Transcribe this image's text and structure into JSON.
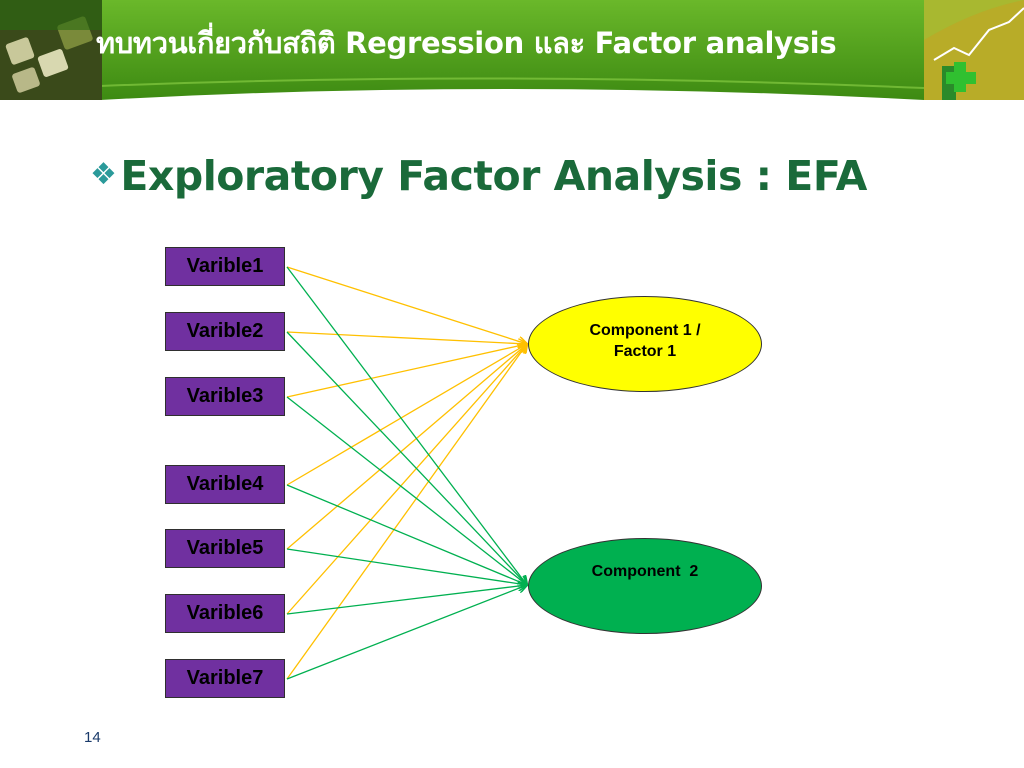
{
  "slide": {
    "title": "ทบทวนเกี่ยวกับสถิติ Regression และ Factor analysis",
    "heading": "Exploratory Factor Analysis : EFA",
    "bullet_glyph": "❖",
    "page_number": "14"
  },
  "diagram": {
    "variables": [
      "Varible1",
      "Varible2",
      "Varible3",
      "Varible4",
      "Varible5",
      "Varible6",
      "Varible7"
    ],
    "components": [
      {
        "label_line1": "Component 1 /",
        "label_line2": "Factor 1",
        "color": "#ffff00"
      },
      {
        "label": "Component  2",
        "color": "#00b050"
      }
    ],
    "arrows": {
      "to_component_1_color": "#ffc000",
      "to_component_2_color": "#00b050"
    },
    "variable_box_color": "#7030a0"
  }
}
